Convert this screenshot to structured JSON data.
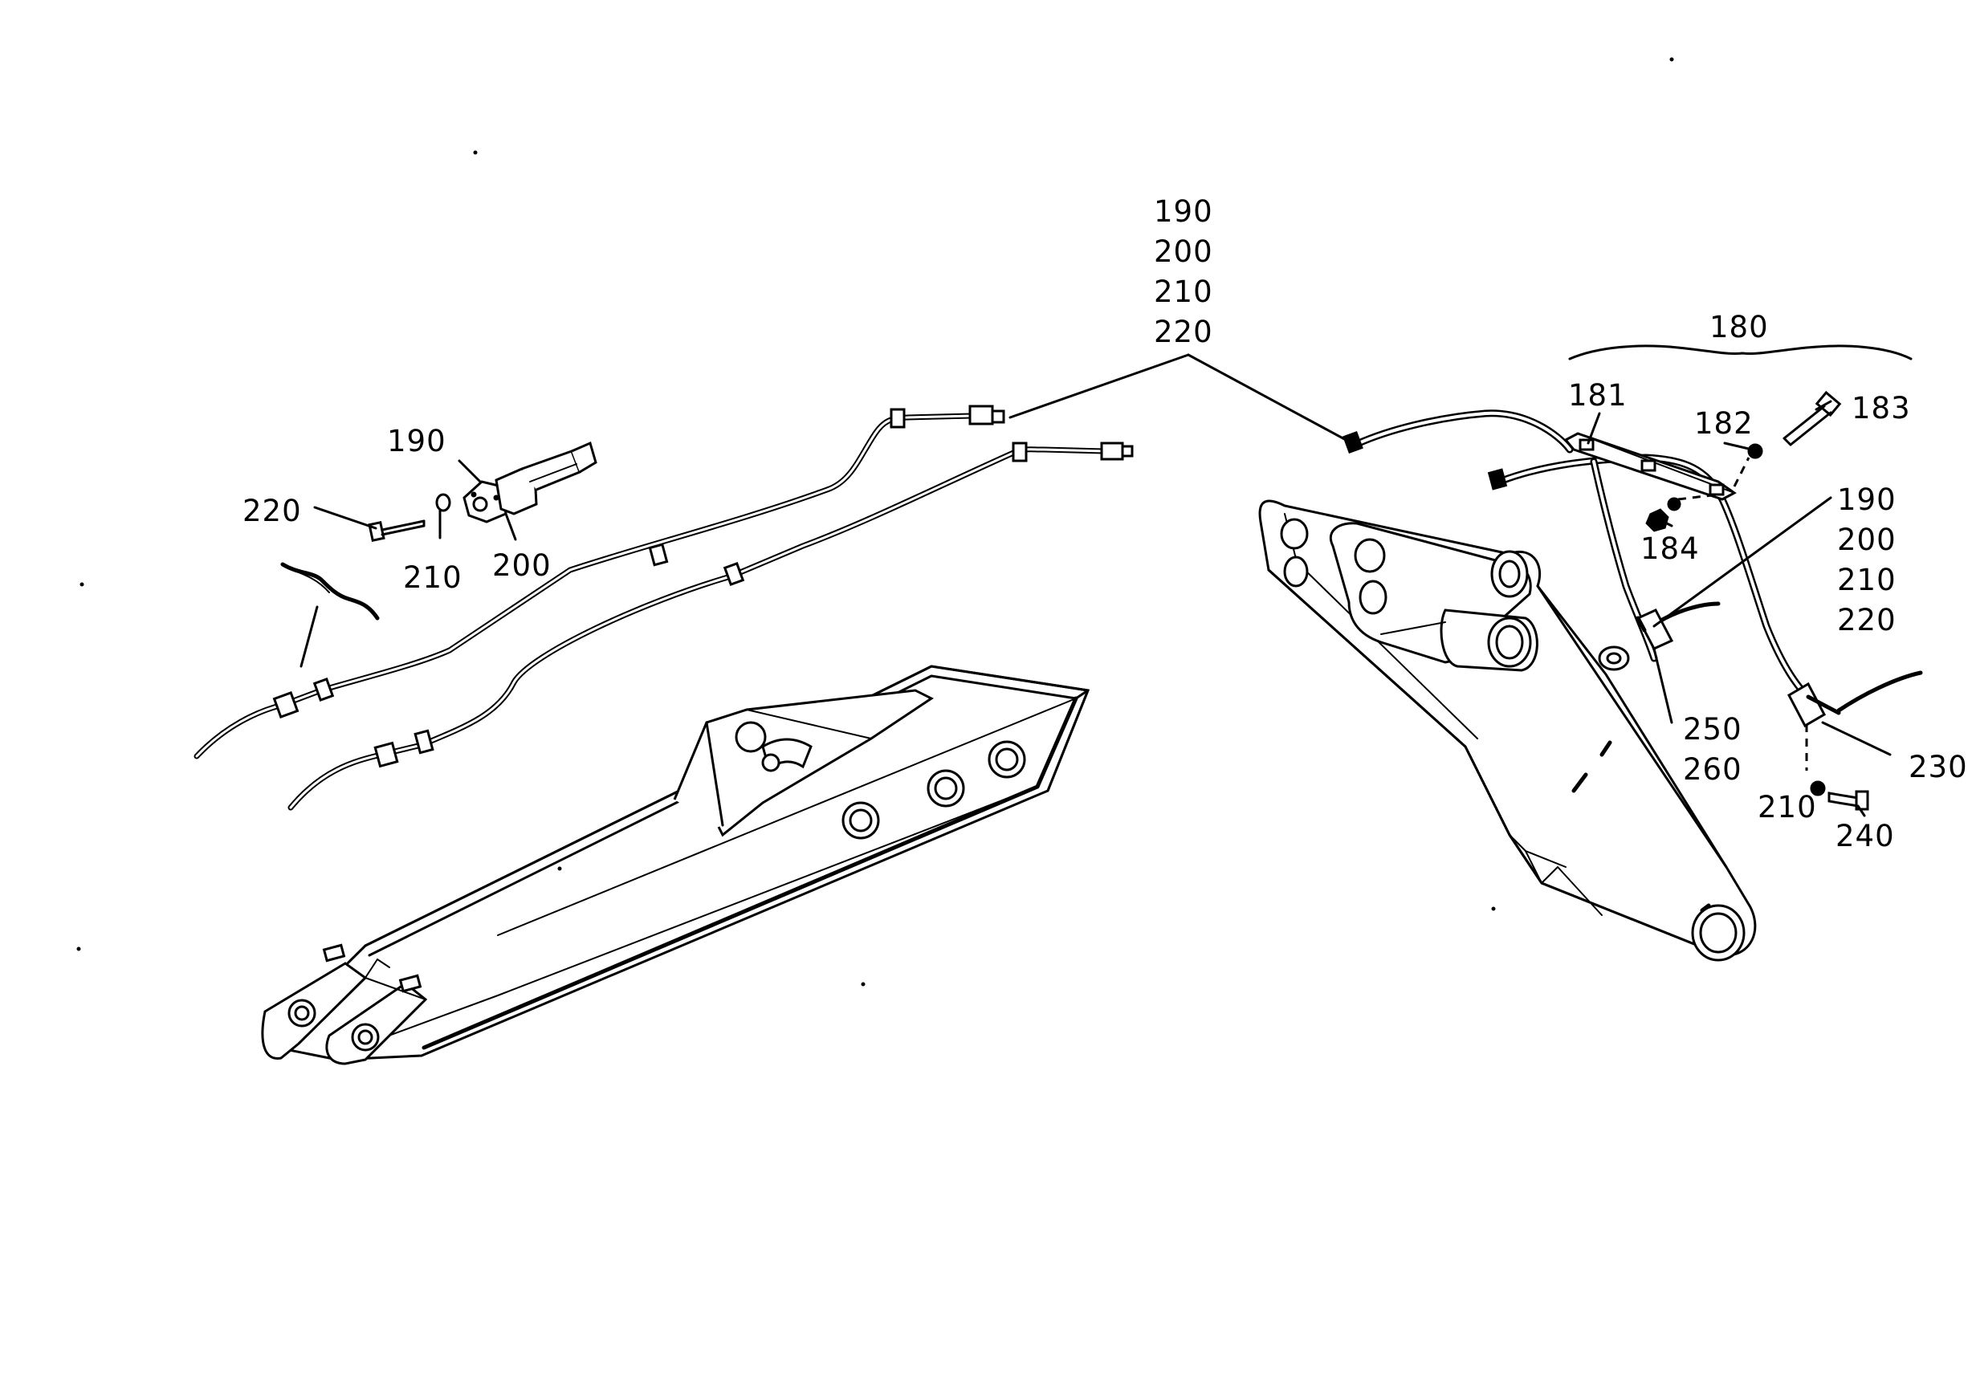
{
  "labels": {
    "top_stack_1": "190",
    "top_stack_2": "200",
    "top_stack_3": "210",
    "top_stack_4": "220",
    "bracket_180": "180",
    "l181": "181",
    "l182": "182",
    "l183": "183",
    "l184": "184",
    "right_stack_1": "190",
    "right_stack_2": "200",
    "right_stack_3": "210",
    "right_stack_4": "220",
    "l250": "250",
    "l260": "260",
    "l230": "230",
    "l210_right": "210",
    "l240": "240",
    "left_190": "190",
    "left_220": "220",
    "left_210": "210",
    "left_200": "200"
  },
  "colors": {
    "ink": "#000000",
    "paper": "#ffffff"
  }
}
